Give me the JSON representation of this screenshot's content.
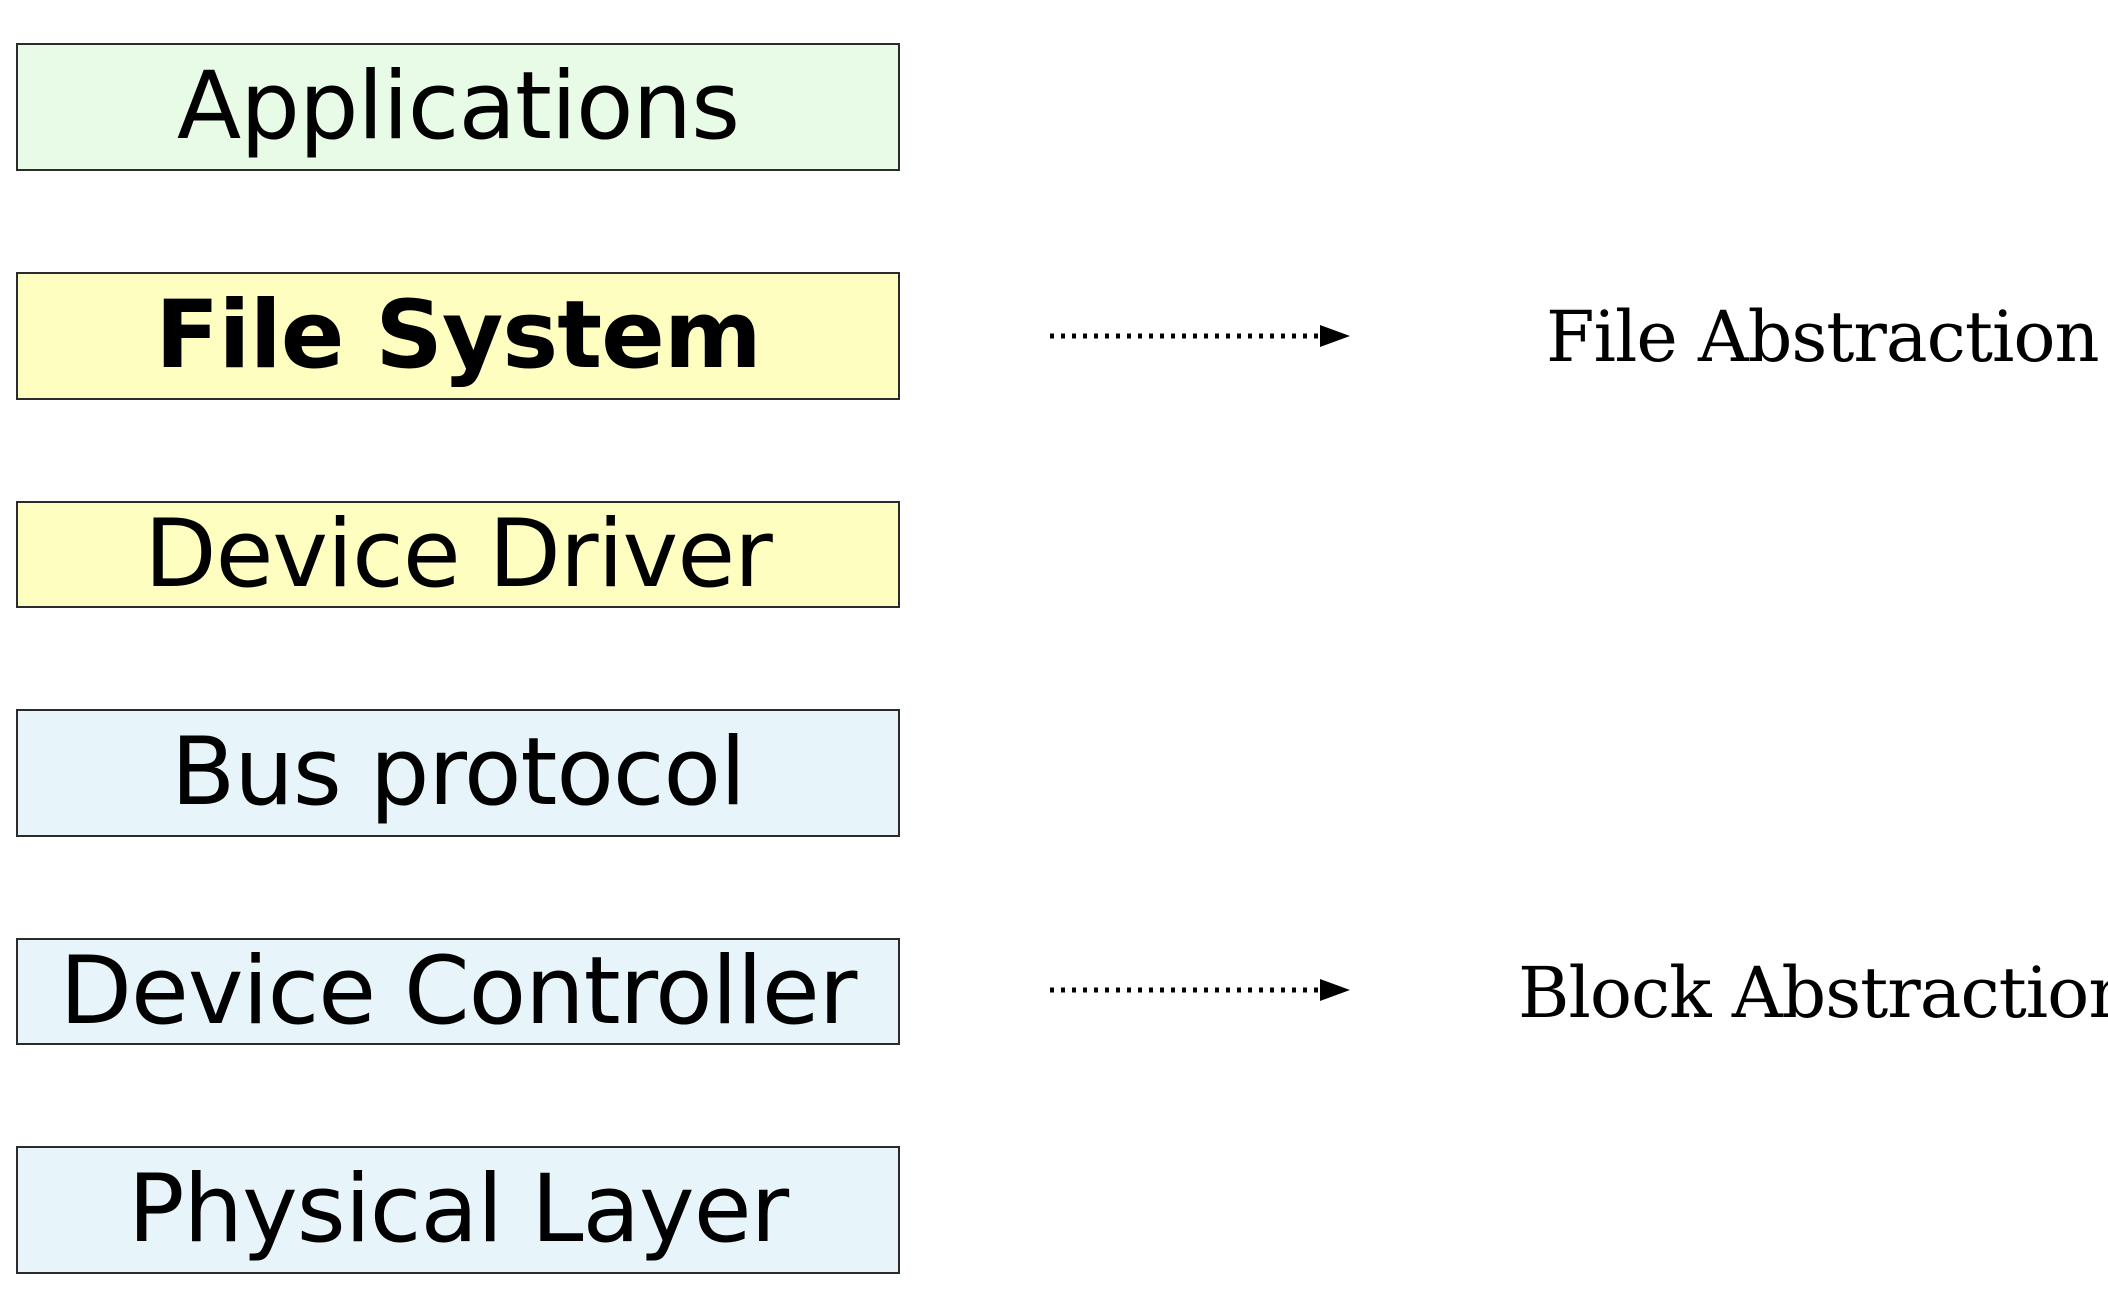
{
  "stack": {
    "layers": [
      {
        "label": "Applications",
        "fill": "#e8fbe6",
        "bold": false
      },
      {
        "label": "File System",
        "fill": "#fefec0",
        "bold": true
      },
      {
        "label": "Device Driver",
        "fill": "#fefec0",
        "bold": false
      },
      {
        "label": "Bus protocol",
        "fill": "#e7f4fa",
        "bold": false
      },
      {
        "label": "Device Controller",
        "fill": "#e7f4fa",
        "bold": false
      },
      {
        "label": "Physical Layer",
        "fill": "#e7f4fa",
        "bold": false
      }
    ]
  },
  "abstractions": [
    {
      "label": "File Abstraction",
      "from_layer": 1
    },
    {
      "label": "Block Abstraction",
      "from_layer": 4
    }
  ],
  "colors": {
    "border": "#2b2b2b",
    "arrow": "#000000",
    "text": "#000000"
  }
}
